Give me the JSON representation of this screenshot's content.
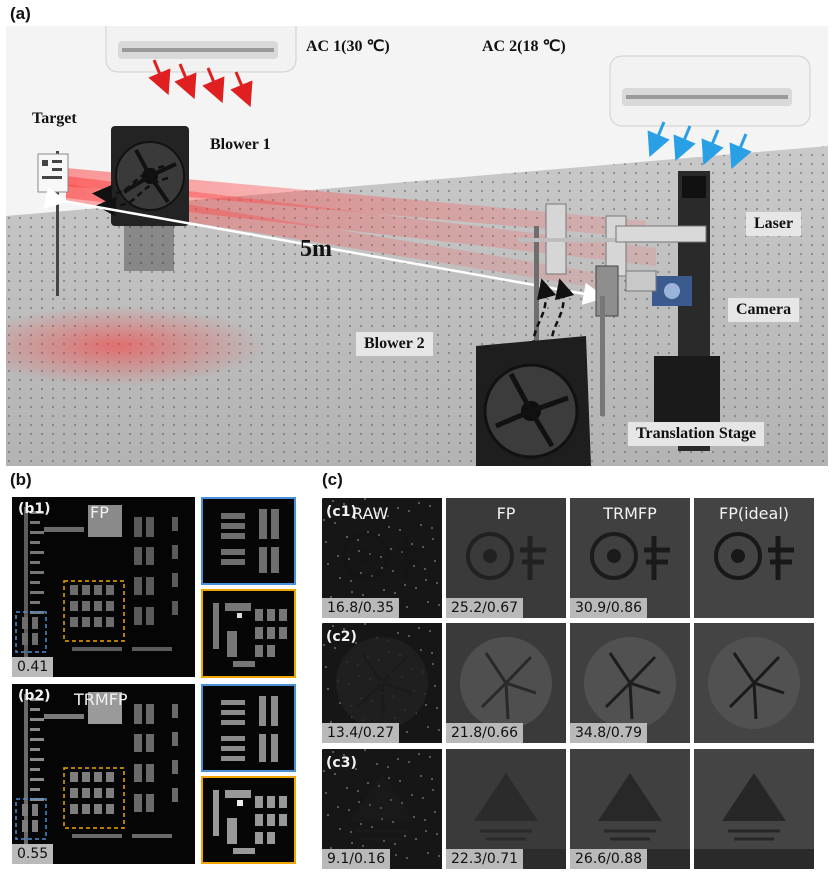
{
  "panel_a": {
    "letter": "(a)",
    "labels": {
      "ac1": "AC 1(30 ℃)",
      "ac2": "AC 2(18 ℃)",
      "target": "Target",
      "blower1": "Blower 1",
      "distance": "5m",
      "laser": "Laser",
      "camera": "Camera",
      "blower2": "Blower 2",
      "stage": "Translation Stage"
    }
  },
  "panel_b": {
    "letter": "(b)",
    "b1": {
      "tag": "(b1)",
      "method": "FP",
      "metric": "0.41"
    },
    "b2": {
      "tag": "(b2)",
      "method": "TRMFP",
      "metric": "0.55"
    },
    "colors": {
      "blue_box": "#4a90d9",
      "orange_box": "#f0a500"
    }
  },
  "panel_c": {
    "letter": "(c)",
    "columns": [
      "RAW",
      "FP",
      "TRMFP",
      "FP(ideal)"
    ],
    "rows": [
      {
        "tag": "(c1)",
        "metrics": [
          "16.8/0.35",
          "25.2/0.67",
          "30.9/0.86"
        ]
      },
      {
        "tag": "(c2)",
        "metrics": [
          "13.4/0.27",
          "21.8/0.66",
          "34.8/0.79"
        ]
      },
      {
        "tag": "(c3)",
        "metrics": [
          "9.1/0.16",
          "22.3/0.71",
          "26.6/0.88"
        ]
      }
    ]
  }
}
